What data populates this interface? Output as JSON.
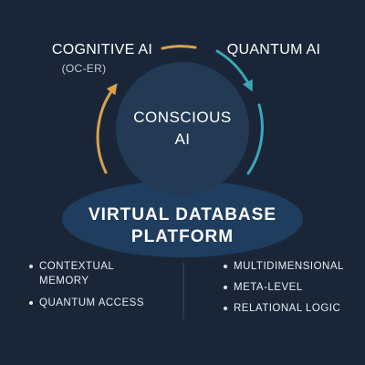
{
  "nodes": {
    "left": {
      "title": "COGNITIVE AI",
      "subtitle": "(OC-ER)"
    },
    "right": {
      "title": "QUANTUM AI"
    },
    "center": {
      "line1": "CONSCIOUS",
      "line2": "AI"
    }
  },
  "platform": {
    "line1": "VIRTUAL DATABASE",
    "line2": "PLATFORM"
  },
  "left_bullets": [
    "CONTEXTUAL MEMORY",
    "QUANTUM ACCESS"
  ],
  "right_bullets": [
    "MULTIDIMENSIONAL",
    "META-LEVEL",
    "RELATIONAL LOGIC"
  ],
  "colors": {
    "background": "#1a2638",
    "circle_fill": "#233a55",
    "platform_fill": "#1f3d5e",
    "arc_orange": "#d9a24a",
    "arc_teal": "#3aa7b6",
    "divider": "#3a4a60"
  }
}
